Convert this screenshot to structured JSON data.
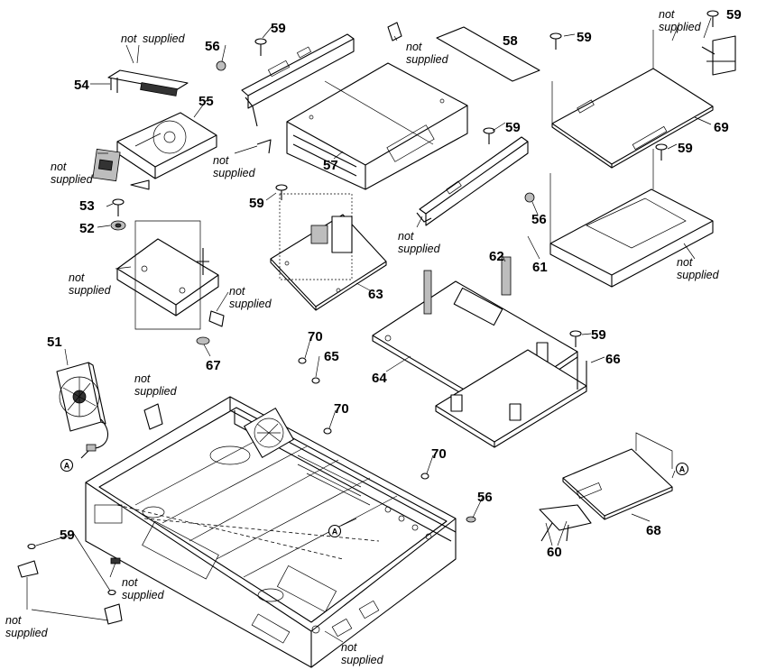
{
  "part_numbers": [
    "51",
    "52",
    "53",
    "54",
    "55",
    "56",
    "57",
    "58",
    "59",
    "60",
    "61",
    "62",
    "63",
    "64",
    "65",
    "66",
    "67",
    "68",
    "69",
    "70"
  ],
  "labels": {
    "p51": "51",
    "p52": "52",
    "p53": "53",
    "p54": "54",
    "p55": "55",
    "p56a": "56",
    "p56b": "56",
    "p56c": "56",
    "p57": "57",
    "p58": "58",
    "p59a": "59",
    "p59b": "59",
    "p59c": "59",
    "p59d": "59",
    "p59e": "59",
    "p59f": "59",
    "p59g": "59",
    "p59h": "59",
    "p60": "60",
    "p61": "61",
    "p62": "62",
    "p63": "63",
    "p64": "64",
    "p65": "65",
    "p66": "66",
    "p67": "67",
    "p68": "68",
    "p69": "69",
    "p70a": "70",
    "p70b": "70",
    "p70c": "70"
  },
  "not_supplied_text": {
    "line1": "not",
    "line2": "supplied"
  },
  "connector_ref": "A"
}
